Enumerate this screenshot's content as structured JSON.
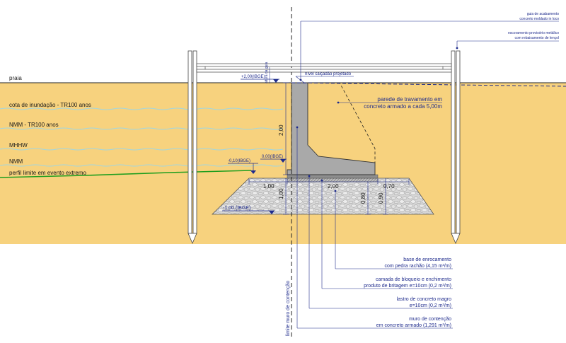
{
  "labels": {
    "praia": "praia",
    "cota_inundacao": "cota de inundação - TR100 anos",
    "nmm_tr100": "NMM - TR100 anos",
    "mhhw": "MHHW",
    "nmm": "NMM",
    "perfil_limite": "perfil limite em evento extremo"
  },
  "levels": {
    "plus2": "+2,00(IBGE)",
    "zero": "0,00(IBGE)",
    "minus010": "-0,10(IBGE)",
    "minus1": "-1,00 (IBGE)"
  },
  "top_notes": {
    "guia_line1": "guia de acabamento",
    "guia_line2": "concreto moldado in loco",
    "escoramento_line1": "escoramento provisório metálico",
    "escoramento_line2": "com rebaixamento de lençol",
    "altura_guia": "altura da guia",
    "nivel_calcadao": "nível calçadão projetado"
  },
  "parede": {
    "line1": "parede de travamento em",
    "line2": "concreto armado a cada 5,00m"
  },
  "dimensions": {
    "h200": "2,00",
    "w100": "1,00",
    "w200": "2,00",
    "w070": "0,70",
    "h100": "1,00",
    "h080": "0,80",
    "h090": "0,90"
  },
  "callouts": [
    {
      "line1": "base de enrocamento",
      "line2": "com pedra rachão (4,15 m³/m)"
    },
    {
      "line1": "camada de bloqueio e enchimento",
      "line2": "produto de britagem e=10cm (0,2 m³/m)"
    },
    {
      "line1": "lastro de concreto magro",
      "line2": "e=10cm (0,2 m³/m)"
    },
    {
      "line1": "muro de contenção",
      "line2": "em concreto armado (1,291 m³/m)"
    }
  ],
  "limite": "limite muro de contenção",
  "colors": {
    "sand": "#f7d27e",
    "concrete": "#a9a9a9",
    "stone": "#d4d4d4",
    "blue": "#1e2b8c",
    "green": "#1e9e1e",
    "water": "#9fd6e3"
  }
}
